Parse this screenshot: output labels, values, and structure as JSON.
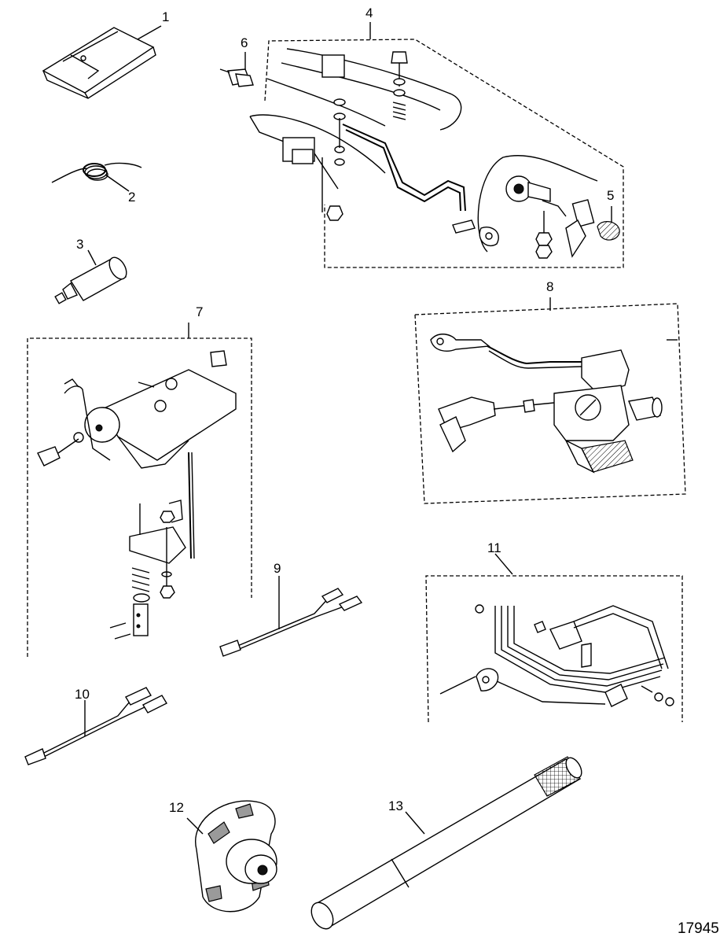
{
  "diagram": {
    "figure_number": "17945",
    "callouts": [
      {
        "id": "1",
        "label": "1"
      },
      {
        "id": "2",
        "label": "2"
      },
      {
        "id": "3",
        "label": "3"
      },
      {
        "id": "4",
        "label": "4"
      },
      {
        "id": "5",
        "label": "5"
      },
      {
        "id": "6",
        "label": "6"
      },
      {
        "id": "7",
        "label": "7"
      },
      {
        "id": "8",
        "label": "8"
      },
      {
        "id": "9",
        "label": "9"
      },
      {
        "id": "10",
        "label": "10"
      },
      {
        "id": "11",
        "label": "11"
      },
      {
        "id": "12",
        "label": "12"
      },
      {
        "id": "13",
        "label": "13"
      }
    ]
  }
}
